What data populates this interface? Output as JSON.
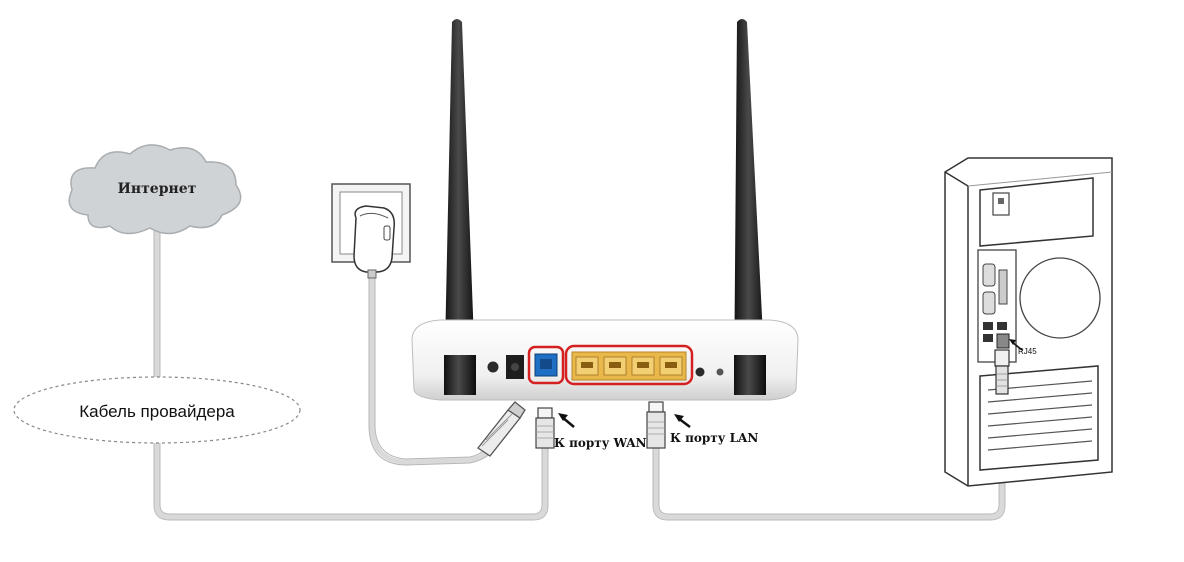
{
  "cloud_label": "Интернет",
  "provider_cable_label": "Кабель провайдера",
  "wan_label": "К порту WAN",
  "lan_label": "К порту LAN",
  "pc_port_label": "RJ45",
  "colors": {
    "wan_port": "#1f6fc4",
    "lan_port": "#e8b84a",
    "highlight": "#d42020",
    "cloud": "#cfd3d6",
    "cable": "#d9d9d9",
    "antenna": "#1e1e1e"
  }
}
